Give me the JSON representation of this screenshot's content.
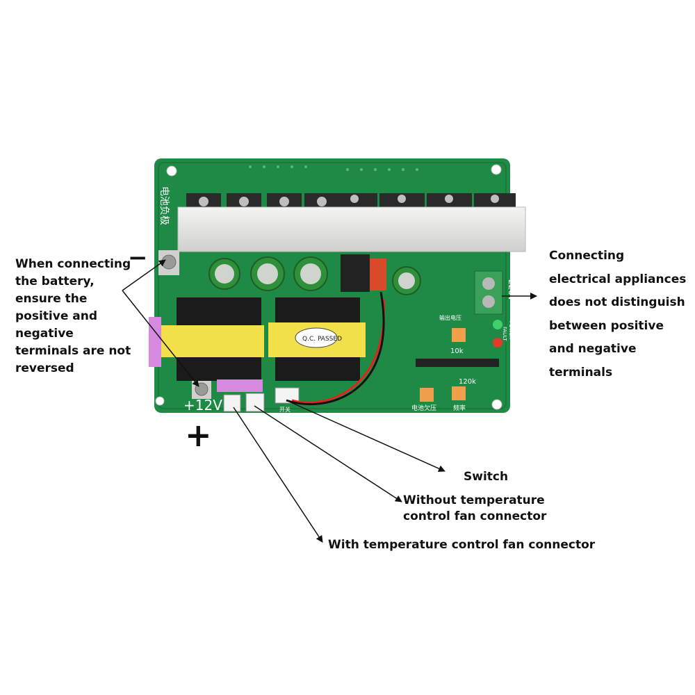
{
  "annotations": {
    "battery_note": "When connecting the battery, ensure the positive and negative terminals are not reversed",
    "appliance_note": "Connecting electrical appliances does not distinguish between positive and negative terminals",
    "switch": "Switch",
    "fan_without": "Without temperature control fan connector",
    "fan_with": "With temperature control fan connector",
    "minus": "−",
    "plus": "+"
  },
  "board": {
    "voltage_in": "+12V",
    "voltage_out": "220V",
    "transformer_sticker": "Q.C. PASSED",
    "led_labels": [
      "FAULT",
      "POWER"
    ],
    "pot_labels": [
      "10k",
      "120k"
    ],
    "silk_text": [
      "电池负极",
      "输出电压",
      "电池欠压",
      "频率",
      "开关"
    ]
  },
  "colors": {
    "pcb": "#1e8a45",
    "heatsink": "#e6e6e4",
    "transformer": "#f2e04a",
    "capacitor": "#2f8f3a",
    "fuse": "#d58ae0",
    "text": "#111111",
    "arrow": "#111111"
  }
}
